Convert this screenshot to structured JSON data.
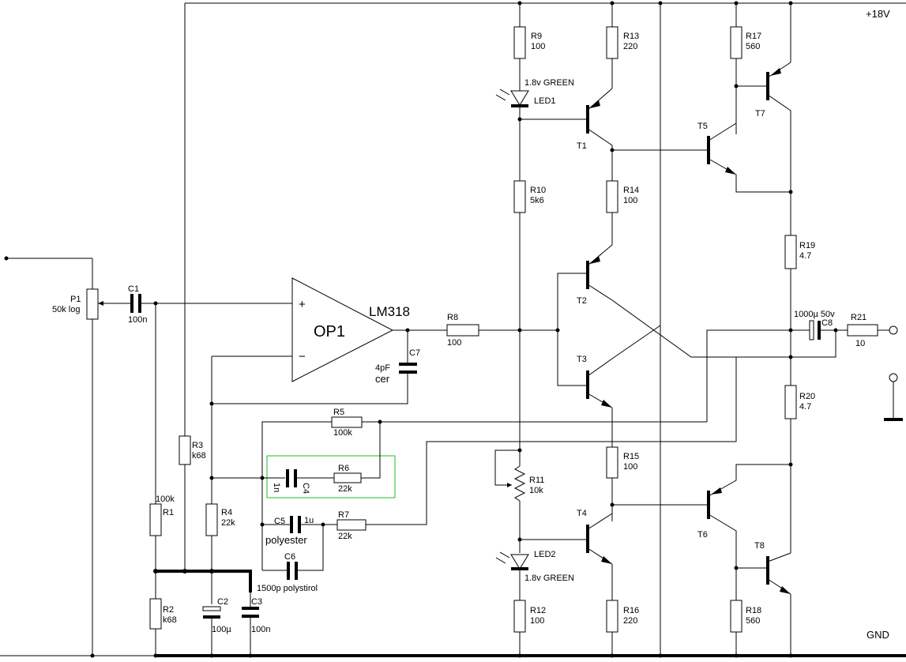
{
  "rails": {
    "supply": "+18V",
    "ground": "GND"
  },
  "opamp": {
    "name": "OP1",
    "part": "LM318",
    "plus": "+",
    "minus": "−"
  },
  "components": {
    "P1": {
      "ref": "P1",
      "value": "50k log"
    },
    "C1": {
      "ref": "C1",
      "value": "100n"
    },
    "R1": {
      "ref": "R1",
      "value": "100k"
    },
    "R2": {
      "ref": "R2",
      "value": "k68"
    },
    "R3": {
      "ref": "R3",
      "value": "k68"
    },
    "R4": {
      "ref": "R4",
      "value": "22k"
    },
    "C2": {
      "ref": "C2",
      "value": "100µ"
    },
    "C3": {
      "ref": "C3",
      "value": "100n"
    },
    "C7": {
      "ref": "C7",
      "value": "4pF",
      "type": "cer"
    },
    "R8": {
      "ref": "R8",
      "value": "100"
    },
    "R5": {
      "ref": "R5",
      "value": "100k"
    },
    "C4": {
      "ref": "C4",
      "value": "1n"
    },
    "R6": {
      "ref": "R6",
      "value": "22k"
    },
    "C5": {
      "ref": "C5",
      "value": "1u",
      "type": "polyester"
    },
    "R7": {
      "ref": "R7",
      "value": "22k"
    },
    "C6": {
      "ref": "C6",
      "value": "1500p polystirol"
    },
    "R9": {
      "ref": "R9",
      "value": "100"
    },
    "LED1": {
      "ref": "LED1",
      "value": "1.8v GREEN"
    },
    "R10": {
      "ref": "R10",
      "value": "5k6"
    },
    "R11": {
      "ref": "R11",
      "value": "10k"
    },
    "LED2": {
      "ref": "LED2",
      "value": "1.8v GREEN"
    },
    "R12": {
      "ref": "R12",
      "value": "100"
    },
    "R13": {
      "ref": "R13",
      "value": "220"
    },
    "R14": {
      "ref": "R14",
      "value": "100"
    },
    "R15": {
      "ref": "R15",
      "value": "100"
    },
    "R16": {
      "ref": "R16",
      "value": "220"
    },
    "R17": {
      "ref": "R17",
      "value": "560"
    },
    "R18": {
      "ref": "R18",
      "value": "560"
    },
    "R19": {
      "ref": "R19",
      "value": "4.7"
    },
    "R20": {
      "ref": "R20",
      "value": "4.7"
    },
    "C8": {
      "ref": "C8",
      "value": "1000µ 50v"
    },
    "R21": {
      "ref": "R21",
      "value": "10"
    }
  },
  "transistors": [
    "T1",
    "T2",
    "T3",
    "T4",
    "T5",
    "T6",
    "T7",
    "T8"
  ]
}
